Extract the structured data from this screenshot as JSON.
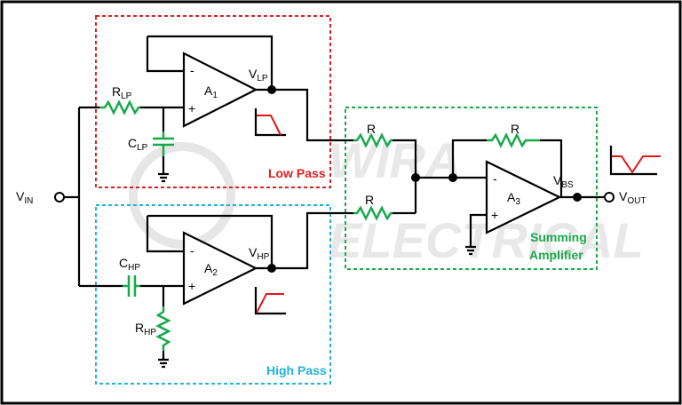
{
  "colors": {
    "wire": "#000000",
    "component": "#19a84a",
    "response": "#e8121b",
    "low_pass_box": "#e02020",
    "high_pass_box": "#1fb3dc",
    "summing_box": "#1aa84a",
    "watermark": "#d9d9d9"
  },
  "labels": {
    "vin": {
      "main": "V",
      "sub": "IN"
    },
    "vout": {
      "main": "V",
      "sub": "OUT"
    },
    "vlp": {
      "main": "V",
      "sub": "LP"
    },
    "vhp": {
      "main": "V",
      "sub": "HP"
    },
    "vbs": {
      "main": "V",
      "sub": "BS"
    },
    "rlp": {
      "main": "R",
      "sub": "LP"
    },
    "clp": {
      "main": "C",
      "sub": "LP"
    },
    "chp": {
      "main": "C",
      "sub": "HP"
    },
    "rhp": {
      "main": "R",
      "sub": "HP"
    },
    "r_sum_top": "R",
    "r_sum_bottom": "R",
    "r_feedback": "R",
    "a1": {
      "main": "A",
      "sub": "1"
    },
    "a2": {
      "main": "A",
      "sub": "2"
    },
    "a3": {
      "main": "A",
      "sub": "3"
    },
    "minus": "-",
    "plus": "+"
  },
  "blocks": {
    "low_pass": "Low Pass",
    "high_pass": "High Pass",
    "summing_line1": "Summing",
    "summing_line2": "Amplifier"
  },
  "watermark": {
    "top": "WIRA",
    "bottom": "ELECTRICAL"
  }
}
